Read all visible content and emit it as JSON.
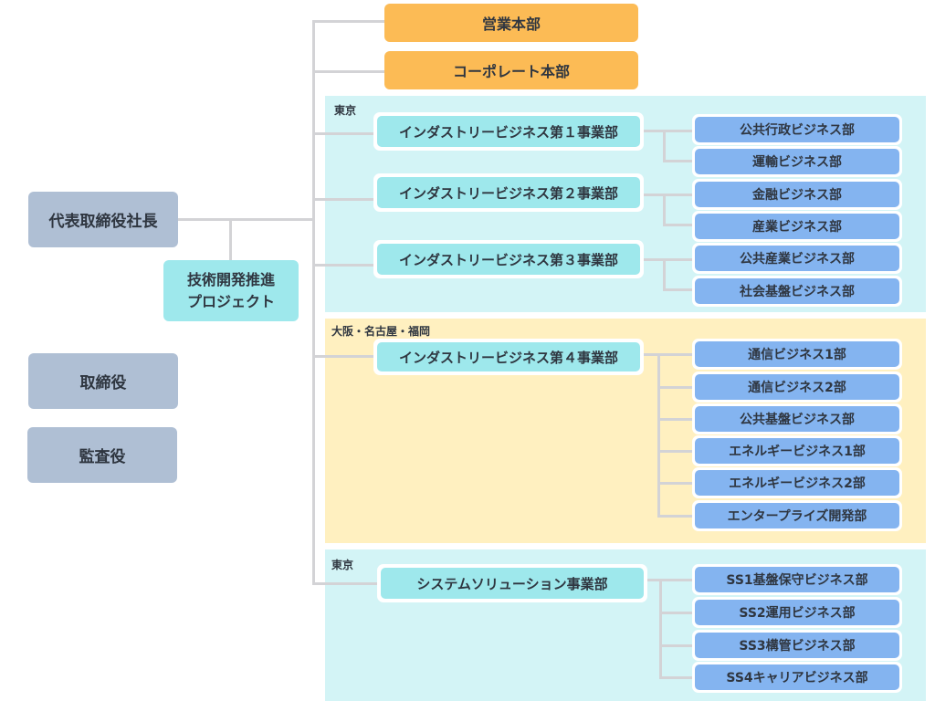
{
  "colors": {
    "executive": "#afbfd4",
    "headquarters": "#fcbb55",
    "division": "#9ee8ec",
    "department": "#84b4f0",
    "region_tokyo": "#d3f4f6",
    "region_west": "#fff0c0",
    "connector": "#d3d3d6"
  },
  "executives": {
    "president": "代表取締役社長",
    "directors": "取締役",
    "auditors": "監査役"
  },
  "project": {
    "line1": "技術開発推進",
    "line2": "プロジェクト"
  },
  "headquarters": [
    {
      "label": "営業本部"
    },
    {
      "label": "コーポレート本部"
    }
  ],
  "regions": [
    {
      "label": "東京",
      "divisions": [
        {
          "label": "インダストリービジネス第１事業部",
          "departments": [
            "公共行政ビジネス部",
            "運輸ビジネス部"
          ]
        },
        {
          "label": "インダストリービジネス第２事業部",
          "departments": [
            "金融ビジネス部",
            "産業ビジネス部"
          ]
        },
        {
          "label": "インダストリービジネス第３事業部",
          "departments": [
            "公共産業ビジネス部",
            "社会基盤ビジネス部"
          ]
        }
      ]
    },
    {
      "label": "大阪・名古屋・福岡",
      "divisions": [
        {
          "label": "インダストリービジネス第４事業部",
          "departments": [
            "通信ビジネス1部",
            "通信ビジネス2部",
            "公共基盤ビジネス部",
            "エネルギービジネス1部",
            "エネルギービジネス2部",
            "エンタープライズ開発部"
          ]
        }
      ]
    },
    {
      "label": "東京",
      "divisions": [
        {
          "label": "システムソリューション事業部",
          "departments": [
            "SS1基盤保守ビジネス部",
            "SS2運用ビジネス部",
            "SS3構管ビジネス部",
            "SS4キャリアビジネス部"
          ]
        }
      ]
    }
  ]
}
